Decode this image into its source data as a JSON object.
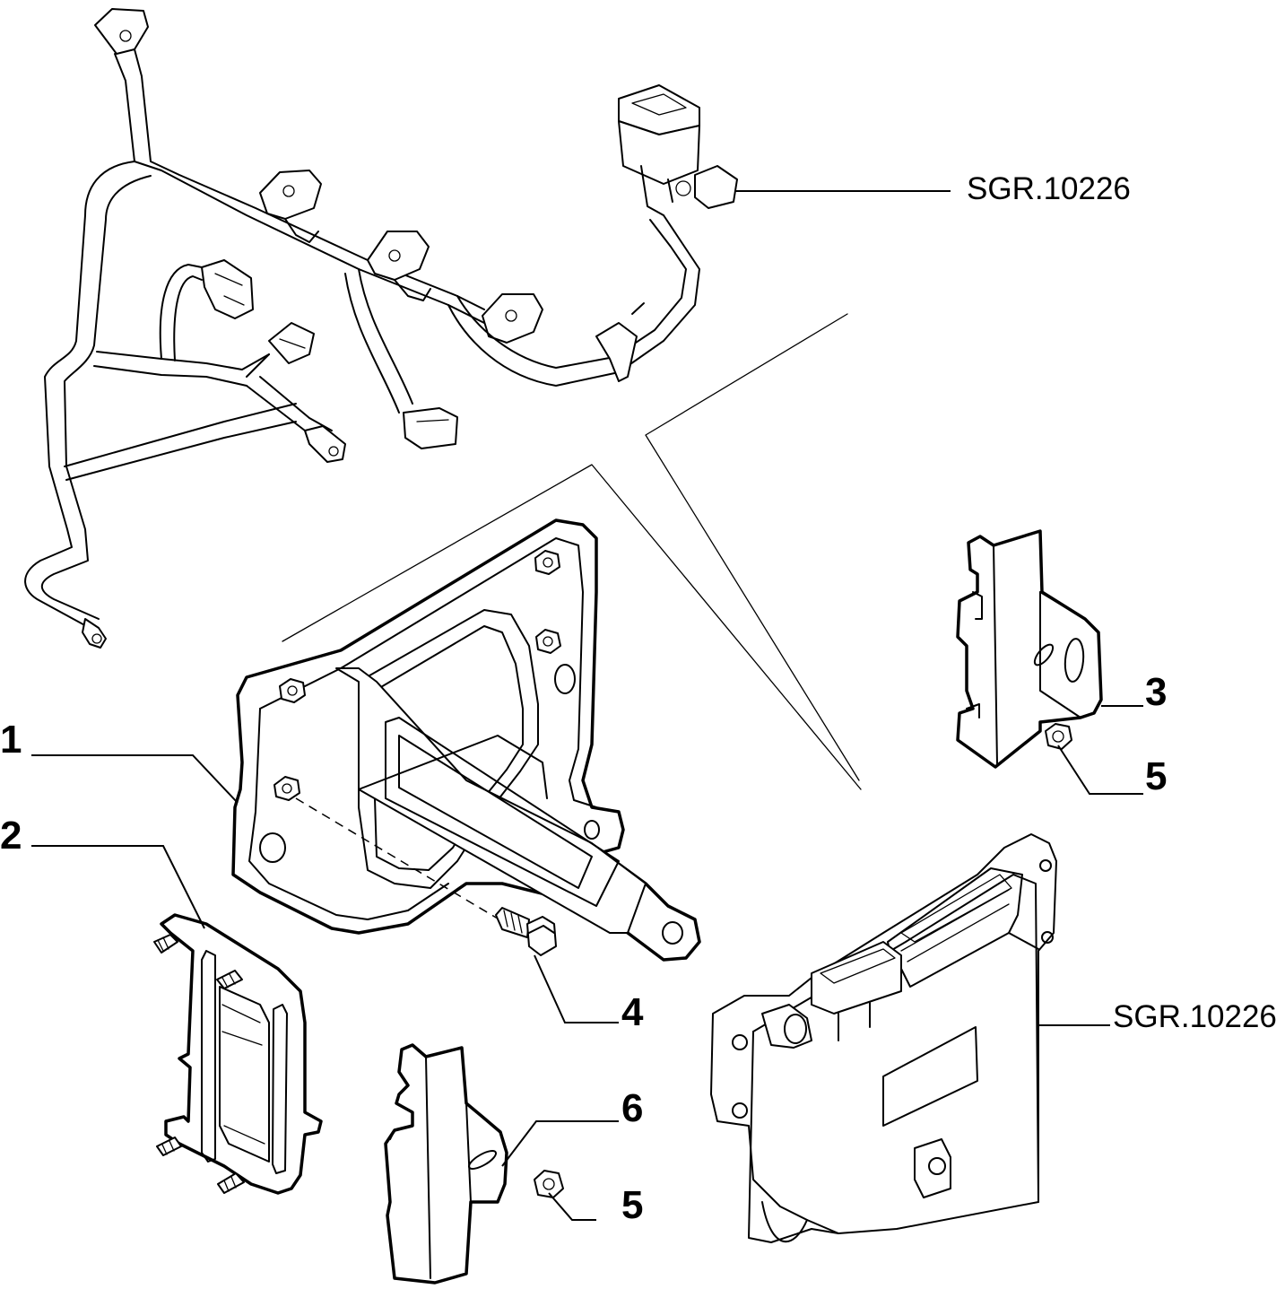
{
  "callouts": {
    "part1": "1",
    "part2": "2",
    "part3": "3",
    "part4": "4",
    "part5_right": "5",
    "part5_bottom": "5",
    "part6": "6",
    "ref_harness": "SGR.10226",
    "ref_ecu": "SGR.10226"
  }
}
